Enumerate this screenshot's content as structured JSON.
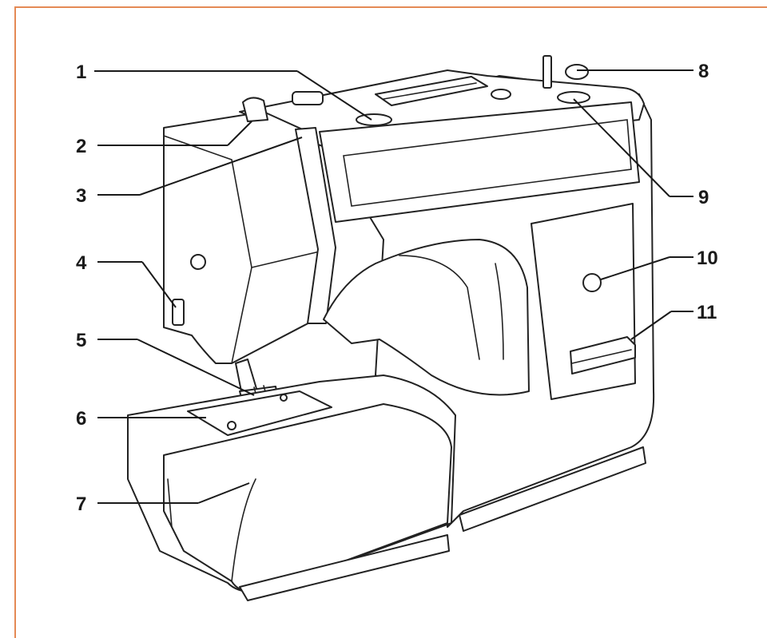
{
  "diagram": {
    "callouts": [
      {
        "id": "1",
        "label": "1"
      },
      {
        "id": "2",
        "label": "2"
      },
      {
        "id": "3",
        "label": "3"
      },
      {
        "id": "4",
        "label": "4"
      },
      {
        "id": "5",
        "label": "5"
      },
      {
        "id": "6",
        "label": "6"
      },
      {
        "id": "7",
        "label": "7"
      },
      {
        "id": "8",
        "label": "8"
      },
      {
        "id": "9",
        "label": "9"
      },
      {
        "id": "10",
        "label": "10"
      },
      {
        "id": "11",
        "label": "11"
      }
    ],
    "colors": {
      "frame_border": "#e48a55",
      "line_art": "#222222",
      "background": "#ffffff"
    },
    "icons": [
      "sewing-machine-illustration"
    ]
  }
}
